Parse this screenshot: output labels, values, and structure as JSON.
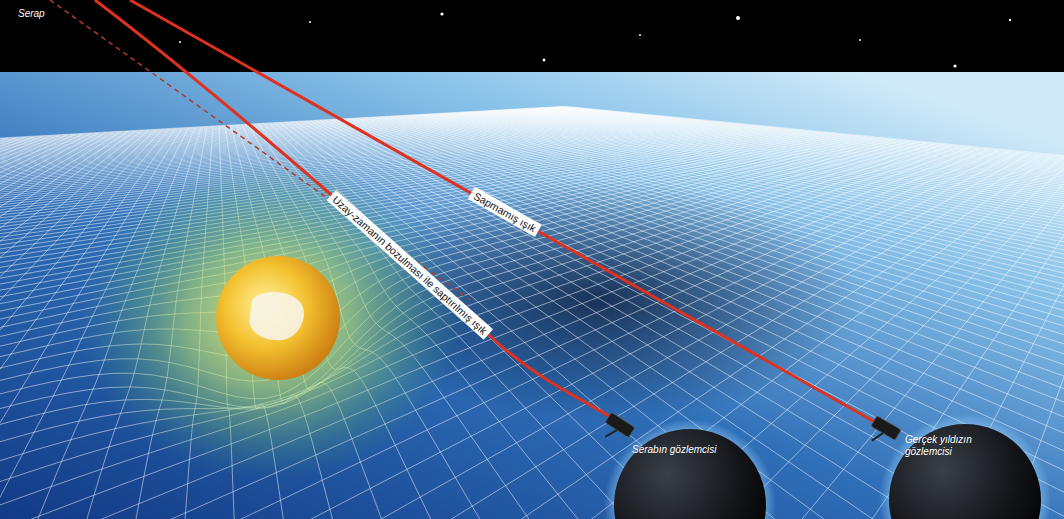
{
  "diagram": {
    "labels": [
      "Serap",
      "Sapmamış ışık",
      "Uzay-zamanın bozulması ile saptırılmış ışık",
      "Serabın gözlemcisi",
      "Gerçek yıldızın gözlemcisi"
    ]
  }
}
